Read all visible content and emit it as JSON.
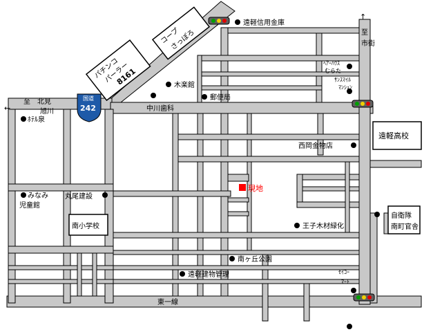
{
  "colors": {
    "road": "#c8c8c8",
    "road_edge": "#000000",
    "block": "#ffffff",
    "marker": "#000000",
    "current_location": "#ff0000",
    "route_shield": "#1e5aa8",
    "signal_red": "#e00000",
    "signal_yellow": "#f0d000",
    "signal_green": "#00a000"
  },
  "directions": {
    "north": {
      "glyph": "↑",
      "label_line1": "至",
      "label_line2": "市街"
    },
    "west": {
      "glyph": "←",
      "label_line1": "至　北見",
      "label_line2": "旭川"
    }
  },
  "route_shield": {
    "top_label": "国道",
    "number": "242"
  },
  "current_location": {
    "label": "現地"
  },
  "streets": {
    "nakagawa": "中川歯科",
    "higashi_ichi": "東一線"
  },
  "boxed_labels": {
    "coop": [
      "コープ",
      "さっぽろ"
    ],
    "pachinko": [
      "パチンコ",
      "パーラー",
      "8161"
    ],
    "engaru_high": "遠軽高校",
    "minami_school": "南小学校",
    "jieitai": [
      "自衛隊",
      "南町官舎"
    ]
  },
  "landmarks": {
    "shinkin": "遠軽信用金庫",
    "mokurakukan": "木楽館",
    "post_office": "郵便局",
    "hotel_izumi": "ﾎﾃﾙ泉",
    "nishioka": "西岡金物店",
    "hair_house": [
      "ﾍｱｰﾊｳｽ",
      "むらた"
    ],
    "sunsmile": [
      "ｻﾝｽﾏｲﾙ",
      "ﾏﾝｼｮﾝ"
    ],
    "minami_jidokan": [
      "みなみ",
      "児童館"
    ],
    "maruo": "丸尾建設",
    "oji": "王子木材緑化",
    "minamigaoka": "南ヶ丘公園",
    "engaru_tatemono": "遠軽建物管理",
    "seiko": [
      "ｾｲｺｰ",
      "ﾏｰﾄ"
    ]
  }
}
